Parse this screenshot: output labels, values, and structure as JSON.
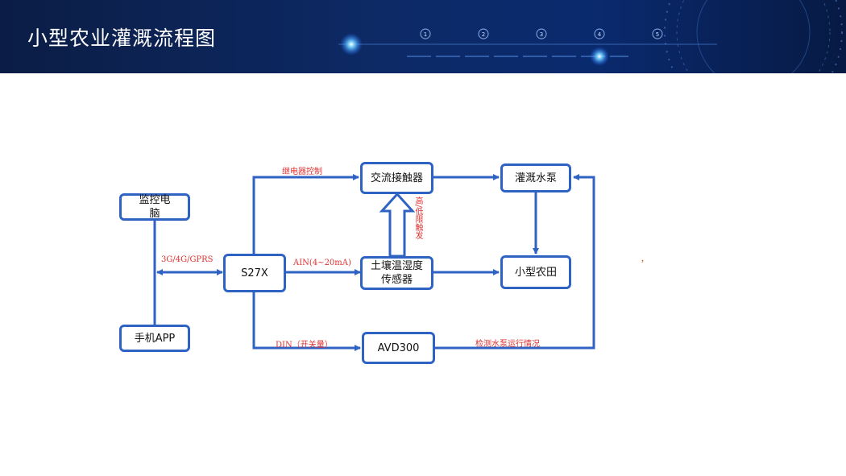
{
  "header": {
    "title": "小型农业灌溉流程图",
    "decor_steps": [
      "1",
      "2",
      "3",
      "4",
      "5"
    ]
  },
  "nodes": {
    "monitor_pc": "监控电脑",
    "mobile_app": "手机APP",
    "s27x": "S27X",
    "contactor": "交流接触器",
    "soil_sensor": "土壤温湿度传感器",
    "pump": "灌溉水泵",
    "farmland": "小型农田",
    "avd300": "AVD300"
  },
  "edge_labels": {
    "network": "3G/4G/GPRS",
    "relay": "继电器控制",
    "ain": "AIN(4~20mA)",
    "din": "DIN（开关量）",
    "trigger": "高/低限触发",
    "pump_status": "检测水泵运行情况"
  },
  "stray_mark": "，",
  "colors": {
    "header_bg": "#0d2a66",
    "line": "#2e63c4",
    "label": "#e03030"
  }
}
